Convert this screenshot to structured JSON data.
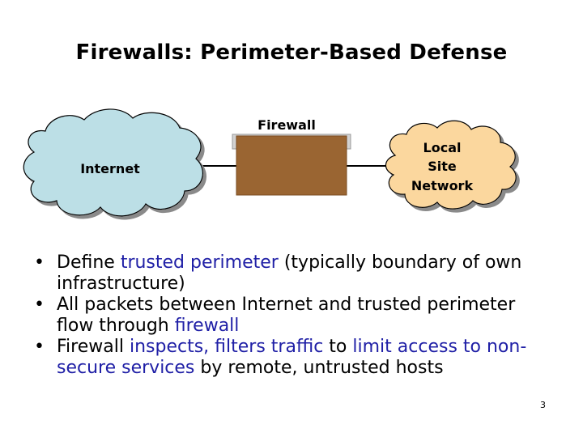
{
  "slide": {
    "title": "Firewalls: Perimeter-Based Defense",
    "page_number": "3"
  },
  "diagram": {
    "internet_label": "Internet",
    "firewall_label": "Firewall",
    "local_network_label_lines": [
      "Local",
      "Site",
      "Network"
    ],
    "colors": {
      "internet_cloud": "#bcdfe6",
      "local_cloud": "#fbd79e",
      "firewall_box": "#9a6532",
      "firewall_top": "#d2d2d2",
      "highlight_text": "#1f1fa6"
    }
  },
  "bullets": [
    {
      "parts": [
        {
          "text": "Define ",
          "highlight": false
        },
        {
          "text": "trusted perimeter",
          "highlight": true
        },
        {
          "text": " (typically boundary of own infrastructure)",
          "highlight": false
        }
      ]
    },
    {
      "parts": [
        {
          "text": "All packets between Internet and trusted perimeter flow through ",
          "highlight": false
        },
        {
          "text": "firewall",
          "highlight": true
        }
      ]
    },
    {
      "parts": [
        {
          "text": "Firewall ",
          "highlight": false
        },
        {
          "text": "inspects, filters traffic",
          "highlight": true
        },
        {
          "text": " to ",
          "highlight": false
        },
        {
          "text": "limit access to non-secure services",
          "highlight": true
        },
        {
          "text": " by remote, untrusted hosts",
          "highlight": false
        }
      ]
    }
  ]
}
